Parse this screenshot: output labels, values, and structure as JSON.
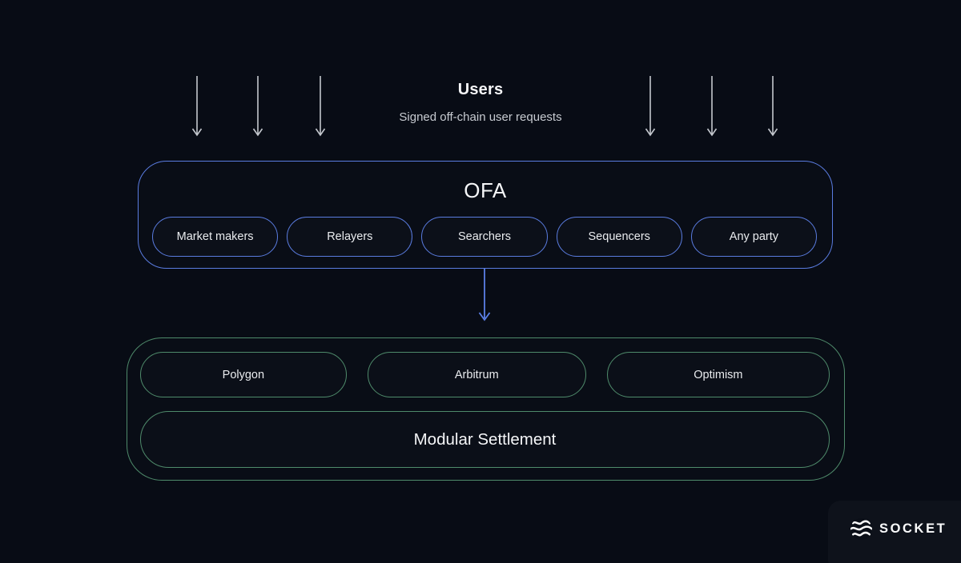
{
  "header": {
    "title": "Users",
    "subtitle": "Signed off-chain user requests"
  },
  "ofa": {
    "title": "OFA",
    "pills": [
      {
        "label": "Market makers"
      },
      {
        "label": "Relayers"
      },
      {
        "label": "Searchers"
      },
      {
        "label": "Sequencers"
      },
      {
        "label": "Any party"
      }
    ]
  },
  "settlement": {
    "chains": [
      {
        "label": "Polygon"
      },
      {
        "label": "Arbitrum"
      },
      {
        "label": "Optimism"
      }
    ],
    "modular_label": "Modular Settlement"
  },
  "branding": {
    "logo_text": "SOCKET",
    "logo_icon": "socket-wave-sphere-icon"
  },
  "icons": {
    "user_request_arrow": "down-arrow-icon",
    "flow_connector": "down-arrow-icon"
  },
  "colors": {
    "background": "#080c15",
    "ofa_border": "#5a7ce0",
    "flow_arrow": "#5b7fe6",
    "settlement_border": "#4f8b6b",
    "request_arrow": "#c4c8ce",
    "title_text": "#f5f6f8",
    "subtitle_text": "#c7cbd1",
    "pill_text": "#e9ebee"
  }
}
